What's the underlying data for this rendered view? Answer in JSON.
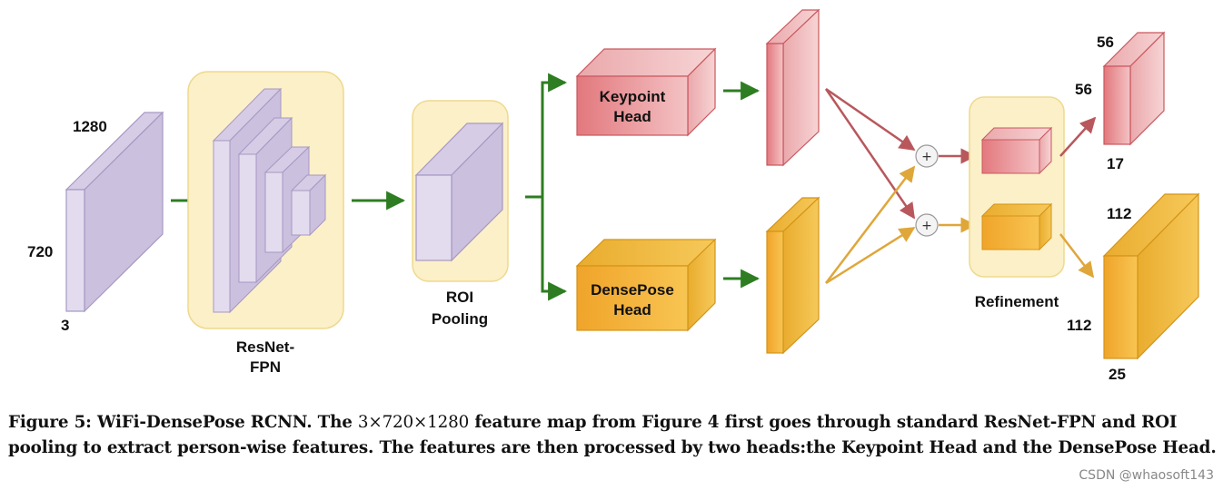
{
  "diagram": {
    "labels": {
      "input_top": "1280",
      "input_side": "720",
      "input_depth": "3",
      "resnet_line1": "ResNet-",
      "resnet_line2": "FPN",
      "roi_line1": "ROI",
      "roi_line2": "Pooling",
      "keypoint_line1": "Keypoint",
      "keypoint_line2": "Head",
      "densepose_line1": "DensePose",
      "densepose_line2": "Head",
      "refinement": "Refinement",
      "kp_out_top": "56",
      "kp_out_side": "56",
      "kp_out_depth": "17",
      "dp_out_top": "112",
      "dp_out_side": "112",
      "dp_out_depth": "25",
      "plus_symbol": "+"
    },
    "colors": {
      "purple_front": "#e3dcee",
      "purple_side": "#cbc0dd",
      "purple_edge": "#a798c3",
      "panel_fill": "#fbf0c8",
      "panel_edge": "#efd98e",
      "red_front": "#e58f93",
      "red_edge": "#c9585e",
      "orange_front": "#f4b43a",
      "orange_edge": "#d49418",
      "green_arrow": "#2e7d22",
      "red_arrow": "#b8585d",
      "orange_arrow": "#dfa63a"
    }
  },
  "caption": {
    "part1": "Figure 5: WiFi-DensePose RCNN. The ",
    "math": "3×720×1280",
    "part2": " feature map from Figure 4 first goes through standard ResNet-FPN and ROI pooling to extract person-wise features. The features are then processed by two heads:the Keypoint Head and the DensePose Head."
  },
  "watermark": "CSDN @whaosoft143"
}
